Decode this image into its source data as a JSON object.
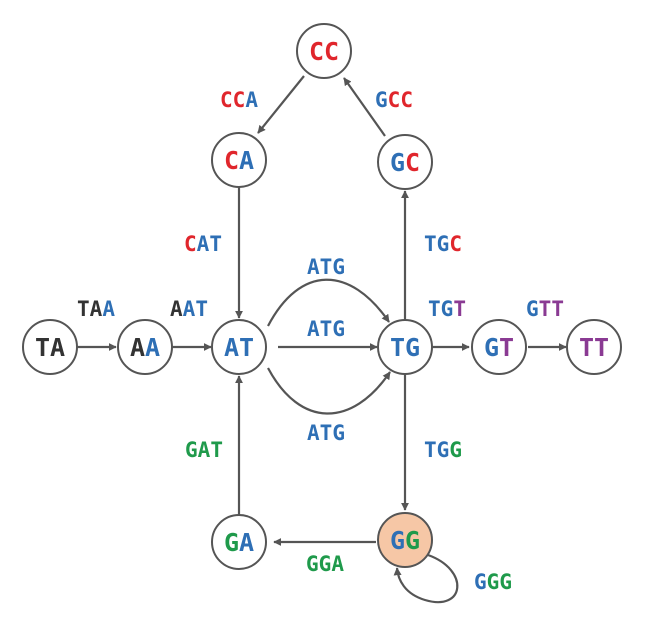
{
  "colors": {
    "A": "#2e6fb5",
    "C": "#e0262c",
    "G": "#1f9a4b",
    "T_dark": "#333333",
    "T_purple": "#8a3a93",
    "stroke": "#555555",
    "highlight_fill": "#f6c7a6"
  },
  "nodes": [
    {
      "id": "CC",
      "spans": [
        {
          "t": "C",
          "c": "C"
        },
        {
          "t": "C",
          "c": "C"
        }
      ]
    },
    {
      "id": "CA",
      "spans": [
        {
          "t": "C",
          "c": "C"
        },
        {
          "t": "A",
          "c": "A"
        }
      ]
    },
    {
      "id": "GC",
      "spans": [
        {
          "t": "G",
          "c": "A"
        },
        {
          "t": "C",
          "c": "C"
        }
      ]
    },
    {
      "id": "TA",
      "spans": [
        {
          "t": "T",
          "c": "T_dark"
        },
        {
          "t": "A",
          "c": "T_dark"
        }
      ]
    },
    {
      "id": "AA",
      "spans": [
        {
          "t": "A",
          "c": "T_dark"
        },
        {
          "t": "A",
          "c": "A"
        }
      ]
    },
    {
      "id": "AT",
      "spans": [
        {
          "t": "A",
          "c": "A"
        },
        {
          "t": "T",
          "c": "A"
        }
      ]
    },
    {
      "id": "TG",
      "spans": [
        {
          "t": "T",
          "c": "A"
        },
        {
          "t": "G",
          "c": "A"
        }
      ]
    },
    {
      "id": "GT",
      "spans": [
        {
          "t": "G",
          "c": "A"
        },
        {
          "t": "T",
          "c": "T_purple"
        }
      ]
    },
    {
      "id": "TT",
      "spans": [
        {
          "t": "T",
          "c": "T_purple"
        },
        {
          "t": "T",
          "c": "T_purple"
        }
      ]
    },
    {
      "id": "GA",
      "spans": [
        {
          "t": "G",
          "c": "G"
        },
        {
          "t": "A",
          "c": "A"
        }
      ]
    },
    {
      "id": "GG",
      "highlighted": true,
      "spans": [
        {
          "t": "G",
          "c": "A"
        },
        {
          "t": "G",
          "c": "G"
        }
      ]
    }
  ],
  "edge_labels": [
    {
      "id": "CCA",
      "spans": [
        {
          "t": "CC",
          "c": "C"
        },
        {
          "t": "A",
          "c": "A"
        }
      ]
    },
    {
      "id": "GCC",
      "spans": [
        {
          "t": "G",
          "c": "A"
        },
        {
          "t": "CC",
          "c": "C"
        }
      ]
    },
    {
      "id": "CAT",
      "spans": [
        {
          "t": "C",
          "c": "C"
        },
        {
          "t": "AT",
          "c": "A"
        }
      ]
    },
    {
      "id": "TGC",
      "spans": [
        {
          "t": "TG",
          "c": "A"
        },
        {
          "t": "C",
          "c": "C"
        }
      ]
    },
    {
      "id": "ATG-top",
      "spans": [
        {
          "t": "ATG",
          "c": "A"
        }
      ]
    },
    {
      "id": "ATG-mid",
      "spans": [
        {
          "t": "ATG",
          "c": "A"
        }
      ]
    },
    {
      "id": "ATG-bottom",
      "spans": [
        {
          "t": "ATG",
          "c": "A"
        }
      ]
    },
    {
      "id": "TAA",
      "spans": [
        {
          "t": "TA",
          "c": "T_dark"
        },
        {
          "t": "A",
          "c": "A"
        }
      ]
    },
    {
      "id": "AAT",
      "spans": [
        {
          "t": "A",
          "c": "T_dark"
        },
        {
          "t": "AT",
          "c": "A"
        }
      ]
    },
    {
      "id": "TGT",
      "spans": [
        {
          "t": "TG",
          "c": "A"
        },
        {
          "t": "T",
          "c": "T_purple"
        }
      ]
    },
    {
      "id": "GTT",
      "spans": [
        {
          "t": "G",
          "c": "A"
        },
        {
          "t": "TT",
          "c": "T_purple"
        }
      ]
    },
    {
      "id": "GAT",
      "spans": [
        {
          "t": "GAT",
          "c": "G"
        }
      ]
    },
    {
      "id": "TGG",
      "spans": [
        {
          "t": "TG",
          "c": "A"
        },
        {
          "t": "G",
          "c": "G"
        }
      ]
    },
    {
      "id": "GGA",
      "spans": [
        {
          "t": "GGA",
          "c": "G"
        }
      ]
    },
    {
      "id": "GGG",
      "spans": [
        {
          "t": "G",
          "c": "A"
        },
        {
          "t": "GG",
          "c": "G"
        }
      ]
    }
  ]
}
